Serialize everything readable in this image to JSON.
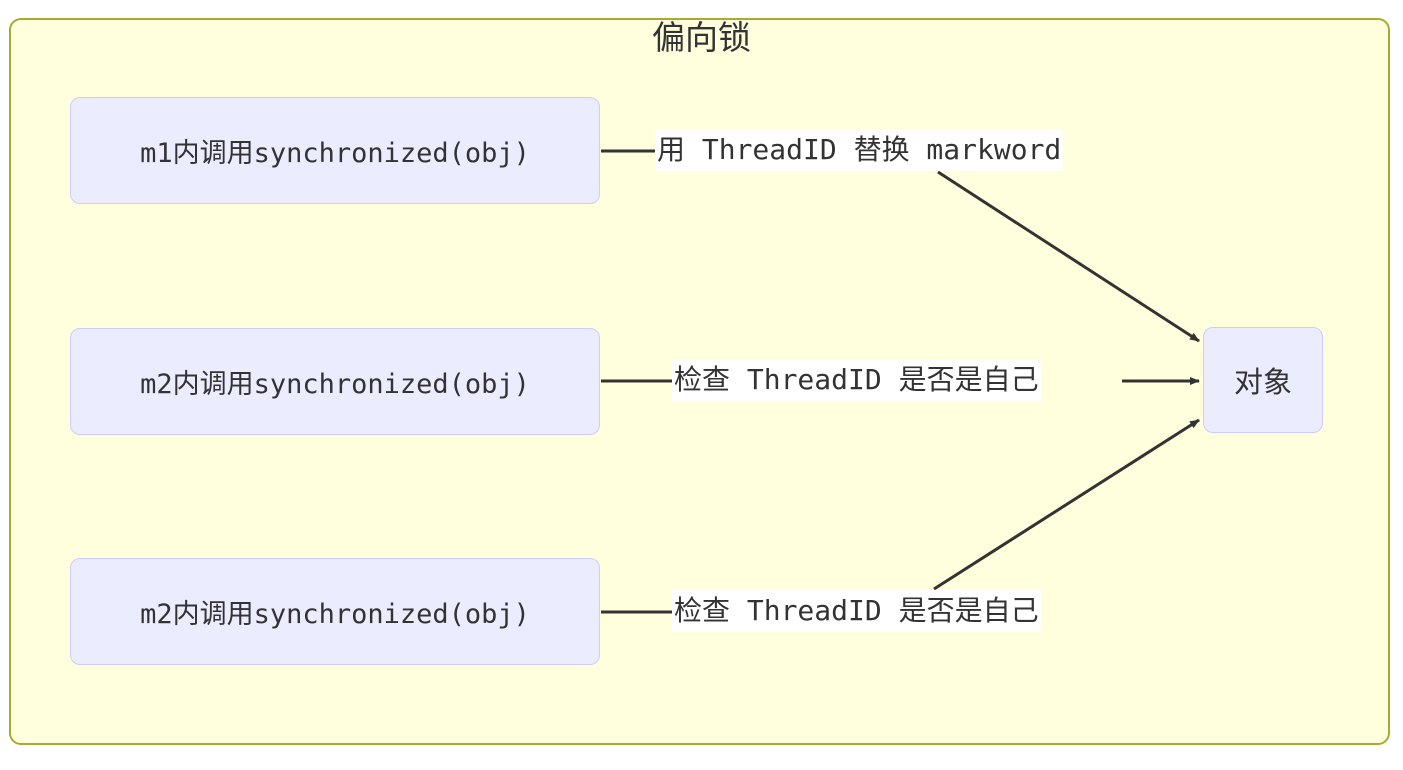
{
  "diagram": {
    "title": "偏向锁",
    "frame": {
      "fill_color": "#ffffde",
      "border_color": "#aaaa33"
    },
    "node_style": {
      "fill_color": "#ececff",
      "border_color": "#ccccff",
      "text_color": "#333333"
    },
    "edge_color": "#333333",
    "label_background": "#ffffff"
  },
  "nodes": [
    {
      "id": "m1",
      "label": "m1内调用synchronized(obj)"
    },
    {
      "id": "m2a",
      "label": "m2内调用synchronized(obj)"
    },
    {
      "id": "m2b",
      "label": "m2内调用synchronized(obj)"
    },
    {
      "id": "obj",
      "label": "对象"
    }
  ],
  "edges": [
    {
      "from": "m1",
      "to": "obj",
      "label": "用 ThreadID 替换 markword",
      "arrow": true
    },
    {
      "from": "m2a",
      "to": "obj",
      "label": "检查 ThreadID 是否是自己",
      "arrow": true
    },
    {
      "from": "m2b",
      "to": "obj",
      "label": "检查 ThreadID 是否是自己",
      "arrow": true
    }
  ]
}
